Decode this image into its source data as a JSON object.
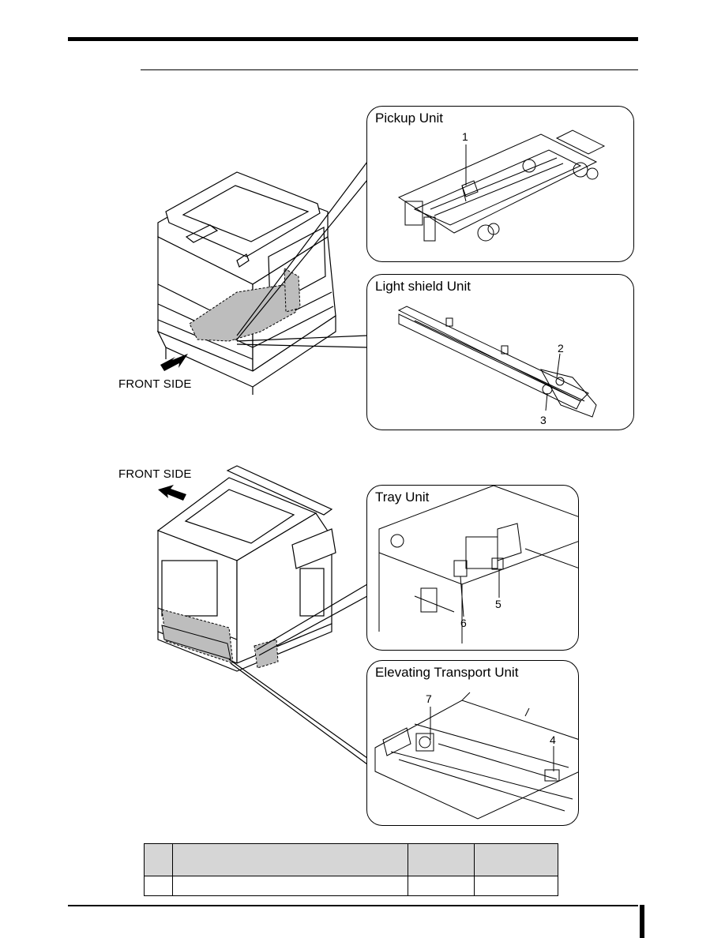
{
  "figure1": {
    "front_label": "FRONT SIDE",
    "panels": [
      {
        "title": "Pickup Unit",
        "callouts": [
          "1"
        ]
      },
      {
        "title": "Light shield Unit",
        "callouts": [
          "2",
          "3"
        ]
      }
    ]
  },
  "figure2": {
    "front_label": "FRONT SIDE",
    "panels": [
      {
        "title": "Tray Unit",
        "callouts": [
          "5",
          "6"
        ]
      },
      {
        "title": "Elevating Transport Unit",
        "callouts": [
          "7",
          "4"
        ]
      }
    ]
  },
  "parts_table": {
    "header": [
      "",
      "",
      "",
      ""
    ],
    "rows": [
      [
        "",
        "",
        "",
        ""
      ]
    ]
  },
  "colors": {
    "highlight": "#bdbdbd",
    "header_fill": "#d6d6d6"
  }
}
